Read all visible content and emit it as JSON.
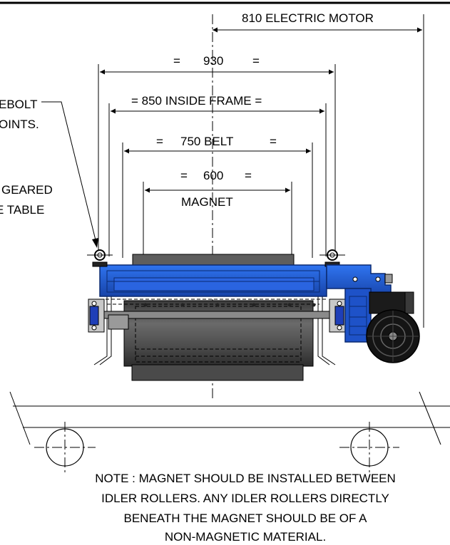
{
  "dimensions": {
    "electric_motor": "810 ELECTRIC MOTOR",
    "overall_eq_left": "=",
    "overall": "930",
    "overall_eq_right": "=",
    "inside_frame": "= 850 INSIDE FRAME =",
    "belt_eq_left": "=",
    "belt": "750 BELT",
    "belt_eq_right": "=",
    "magnet_eq_left": "=",
    "magnet": "600",
    "magnet_eq_right": "=",
    "magnet_label": "MAGNET"
  },
  "callouts": {
    "eyebolt_line1": "EBOLT",
    "eyebolt_line2": "OINTS.",
    "geared_line1": "GEARED",
    "geared_line2": "E TABLE"
  },
  "note": {
    "line1": "NOTE : MAGNET SHOULD BE INSTALLED BETWEEN",
    "line2": "IDLER ROLLERS. ANY IDLER ROLLERS DIRECTLY",
    "line3": "BENEATH THE MAGNET SHOULD BE OF A",
    "line4": "NON-MAGNETIC MATERIAL."
  },
  "colors": {
    "frame_blue": "#1f5fd6",
    "frame_blue_dark": "#123e9a",
    "drum_grey": "#5a5a5a",
    "drum_dark": "#2e2e2e",
    "motor_black": "#151515"
  }
}
